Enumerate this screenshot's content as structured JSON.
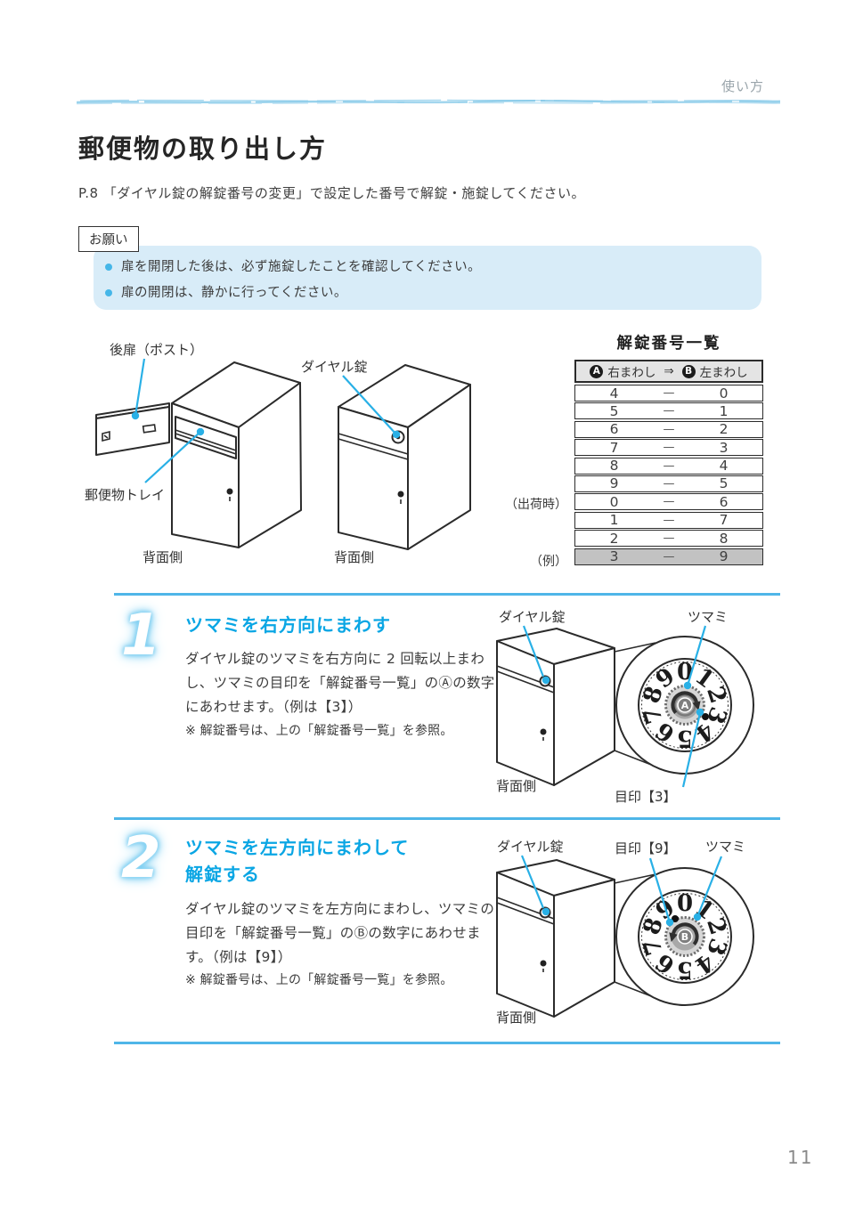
{
  "page": {
    "header": "使い方",
    "title": "郵便物の取り出し方",
    "intro": "P.8 「ダイヤル錠の解錠番号の変更」で設定した番号で解錠・施錠してください。",
    "page_number": "11"
  },
  "colors": {
    "accent_cyan": "#29b0e6",
    "heading_cyan": "#0aa6e4",
    "notice_panel_bg": "#d8ecf8",
    "table_header_bg": "#e4e4e4",
    "highlight_row_bg": "#c2c2c2"
  },
  "notice": {
    "label": "お願い",
    "items": [
      "扉を開閉した後は、必ず施錠したことを確認してください。",
      "扉の開閉は、静かに行ってください。"
    ]
  },
  "figure": {
    "label_rear_door": "後扉（ポスト）",
    "label_dial_lock": "ダイヤル錠",
    "label_mail_tray": "郵便物トレイ",
    "label_back_side_left": "背面側",
    "label_back_side_right": "背面側"
  },
  "table": {
    "title": "解錠番号一覧",
    "header": {
      "a_badge": "A",
      "a_label": "右まわし",
      "arrow": "⇒",
      "b_badge": "B",
      "b_label": "左まわし"
    },
    "dash": "—",
    "rows": [
      [
        "4",
        "0"
      ],
      [
        "5",
        "1"
      ],
      [
        "6",
        "2"
      ],
      [
        "7",
        "3"
      ],
      [
        "8",
        "4"
      ],
      [
        "9",
        "5"
      ],
      [
        "0",
        "6"
      ],
      [
        "1",
        "7"
      ],
      [
        "2",
        "8"
      ],
      [
        "3",
        "9"
      ]
    ],
    "highlight_row": 9,
    "annotation_shipping": "（出荷時）",
    "annotation_example": "（例）"
  },
  "steps": [
    {
      "number": "1",
      "title_line1": "ツマミを右方向にまわす",
      "title_line2": "",
      "body": "ダイヤル錠のツマミを右方向に 2 回転以上まわし、ツマミの目印を「解錠番号一覧」のⒶの数字にあわせます。（例は【3】）",
      "note": "※ 解錠番号は、上の「解錠番号一覧」を参照。",
      "labels": {
        "dial_lock": "ダイヤル錠",
        "knob": "ツマミ",
        "back_side": "背面側",
        "mark": "目印【3】"
      },
      "dial": {
        "numbers": [
          "0",
          "1",
          "2",
          "3",
          "4",
          "5",
          "6",
          "7",
          "8",
          "9"
        ],
        "badge": "A",
        "mark_number": "3",
        "direction": "clockwise"
      }
    },
    {
      "number": "2",
      "title_line1": "ツマミを左方向にまわして",
      "title_line2": "解錠する",
      "body": "ダイヤル錠のツマミを左方向にまわし、ツマミの目印を「解錠番号一覧」のⒷの数字にあわせます。（例は【9】）",
      "note": "※ 解錠番号は、上の「解錠番号一覧」を参照。",
      "labels": {
        "dial_lock": "ダイヤル錠",
        "knob": "ツマミ",
        "back_side": "背面側",
        "mark": "目印【9】"
      },
      "dial": {
        "numbers": [
          "0",
          "1",
          "2",
          "3",
          "4",
          "5",
          "6",
          "7",
          "8",
          "9"
        ],
        "badge": "B",
        "mark_number": "9",
        "direction": "counterclockwise"
      }
    }
  ]
}
